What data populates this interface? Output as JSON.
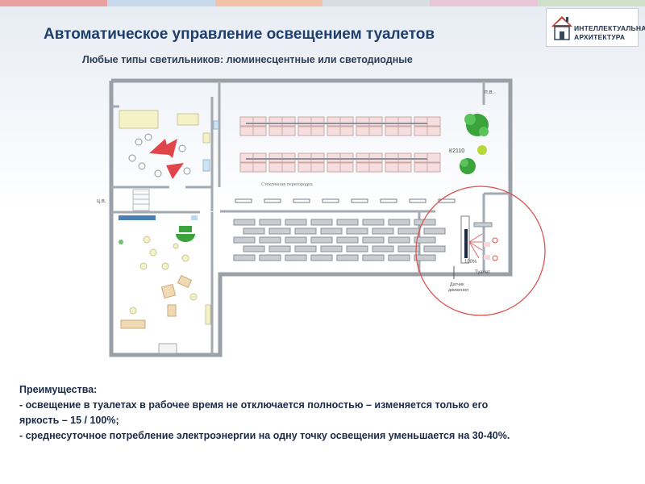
{
  "header": {
    "title": "Автоматическое управление освещением туалетов",
    "subtitle": "Любые типы светильников: люминесцентные или светодиодные"
  },
  "logo": {
    "line1": "ИНТЕЛЛЕКТУАЛЬНАЯ",
    "line2": "АРХИТЕКТУРА"
  },
  "top_stripes": [
    "#e9a0a0",
    "#c8d9ec",
    "#f2c2a8",
    "#d9dde3",
    "#e7c7d7",
    "#cfe0c9"
  ],
  "plan": {
    "labels": {
      "pv": "п.в.",
      "room_code": "К2110",
      "glass_partition": "Стеклянная перегородка",
      "cv": "ц.в.",
      "toilet": "Туалет",
      "sensor_line1": "Датчик",
      "sensor_line2": "движения",
      "brightness": "100%"
    },
    "colors": {
      "highlight_circle": "#d9534f",
      "walls": "#9aa0a8",
      "desks": "#f6dede",
      "tables_red": "#e0454a",
      "plants": "#3aa33a",
      "luminaires": "#c9ccd1"
    }
  },
  "advantages": {
    "heading": "Преимущества:",
    "line1": "- освещение в туалетах в рабочее время не отключается полностью – изменяется только его",
    "line2": "яркость – 15 / 100%;",
    "line3": "- среднесуточное потребление электроэнергии на одну точку освещения уменьшается на 30-40%."
  }
}
